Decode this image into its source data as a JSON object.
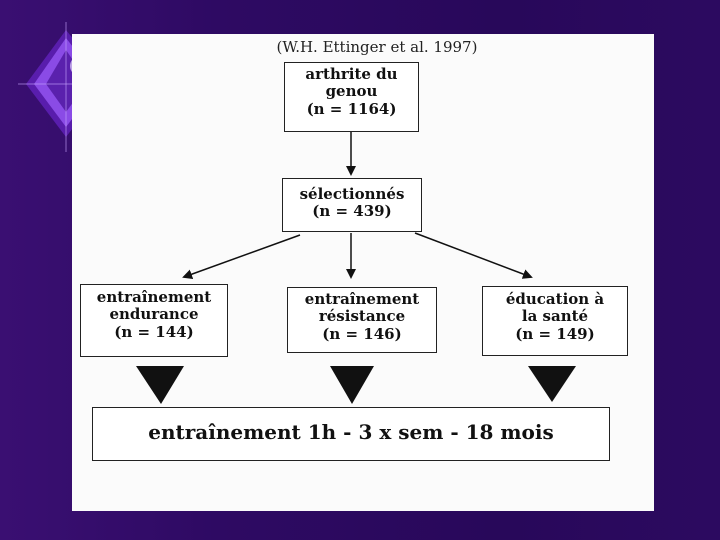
{
  "citation": "(W.H. Ettinger et al. 1997)",
  "boxes": {
    "top": {
      "line1": "arthrite du",
      "line2": "genou",
      "line3": "(n = 1164)"
    },
    "selected": {
      "line1": "sélectionnés",
      "line2": "(n =  439)"
    },
    "endurance": {
      "line1": "entraînement",
      "line2": "endurance",
      "line3": "(n = 144)"
    },
    "resistance": {
      "line1": "entraînement",
      "line2": "résistance",
      "line3": "(n = 146)"
    },
    "health": {
      "line1": "éducation à",
      "line2": "la santé",
      "line3": "(n = 149)"
    },
    "training": {
      "line1": "entraînement 1h  - 3 x sem  - 18 mois"
    }
  },
  "colors": {
    "background": "#2e0a63",
    "diamond": "#7a3ad6",
    "panel": "#fbfbfb",
    "ink": "#111111"
  },
  "icons": {
    "decoration": "purple-diamond-icon"
  }
}
